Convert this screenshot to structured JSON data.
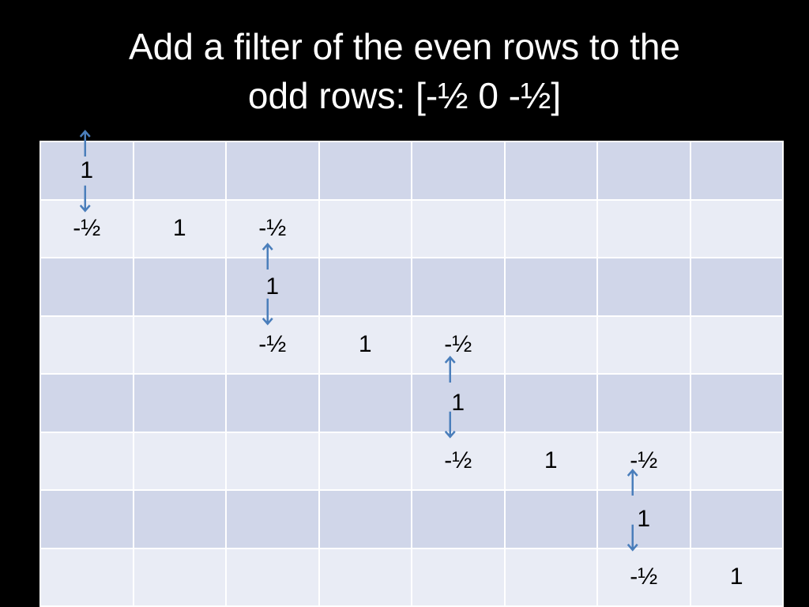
{
  "title": {
    "line1": "Add a filter of the even rows to the",
    "line2": "odd rows: [-½ 0 -½]"
  },
  "colors": {
    "background": "#000000",
    "title_text": "#ffffff",
    "row_dark": "#d0d6e9",
    "row_light": "#e9ecf5",
    "arrow": "#4a7ebb"
  },
  "matrix": {
    "rows": [
      [
        "1",
        "",
        "",
        "",
        "",
        "",
        "",
        ""
      ],
      [
        "-½",
        "1",
        "-½",
        "",
        "",
        "",
        "",
        ""
      ],
      [
        "",
        "",
        "1",
        "",
        "",
        "",
        "",
        ""
      ],
      [
        "",
        "",
        "-½",
        "1",
        "-½",
        "",
        "",
        ""
      ],
      [
        "",
        "",
        "",
        "",
        "1",
        "",
        "",
        ""
      ],
      [
        "",
        "",
        "",
        "",
        "-½",
        "1",
        "-½",
        ""
      ],
      [
        "",
        "",
        "",
        "",
        "",
        "",
        "1",
        ""
      ],
      [
        "",
        "",
        "",
        "",
        "",
        "",
        "-½",
        "1"
      ]
    ]
  },
  "arrow_cells": [
    {
      "row": 0,
      "col": 0
    },
    {
      "row": 2,
      "col": 2
    },
    {
      "row": 4,
      "col": 4
    },
    {
      "row": 6,
      "col": 6
    }
  ]
}
